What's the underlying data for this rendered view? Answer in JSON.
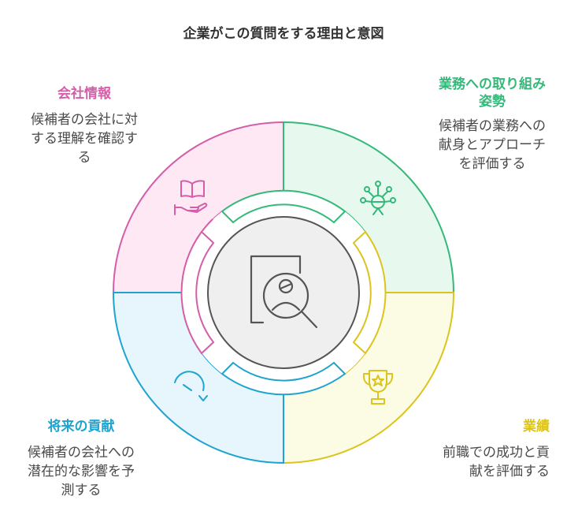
{
  "title": "企業がこの質問をする理由と意図",
  "colors": {
    "pink": "#d45ea8",
    "green": "#35b97a",
    "yellow": "#dcc41e",
    "blue": "#1fa4cf",
    "center": "#555555"
  },
  "sections": {
    "company_info": {
      "heading": "会社情報",
      "desc_lines": [
        "候補者の会社に対",
        "する理解を確認す",
        "る"
      ],
      "icon": "book-hand-icon"
    },
    "work_attitude": {
      "heading_lines": [
        "業務への取り組み",
        "姿勢"
      ],
      "desc_lines": [
        "候補者の業務への",
        "献身とアプローチ",
        "を評価する"
      ],
      "icon": "person-network-icon"
    },
    "achievements": {
      "heading": "業績",
      "desc_lines": [
        "前職での成功と貢",
        "献を評価する"
      ],
      "icon": "trophy-icon"
    },
    "future_contribution": {
      "heading": "将来の貢献",
      "desc_lines": [
        "候補者の会社への",
        "潜在的な影響を予",
        "測する"
      ],
      "icon": "forward-arrow-icon"
    }
  },
  "center_icon": "candidate-search-icon"
}
